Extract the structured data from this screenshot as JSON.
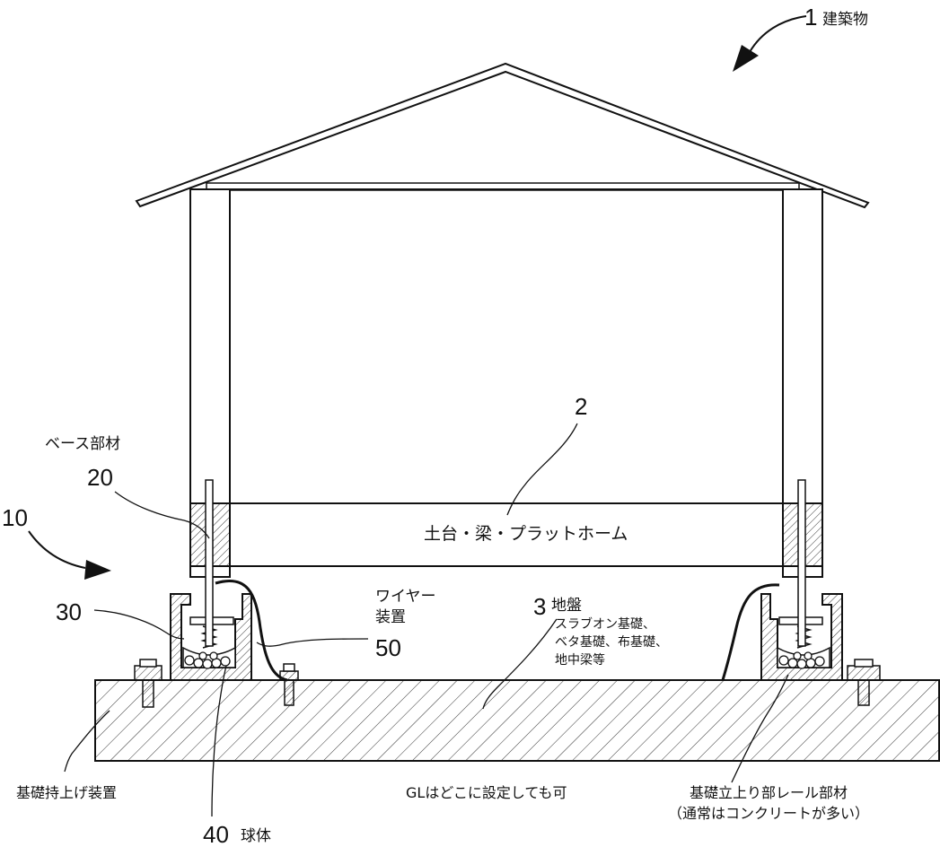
{
  "labels": {
    "building": {
      "num": "1",
      "text": "建築物"
    },
    "sill": {
      "num": "2",
      "text": "土台・梁・プラットホーム"
    },
    "ground": {
      "num": "3",
      "text": "地盤",
      "lines": [
        "スラブオン基礎、",
        "ベタ基礎、布基礎、",
        "地中梁等"
      ]
    },
    "device": {
      "num": "10"
    },
    "base_member": {
      "num": "20",
      "text": "ベース部材"
    },
    "part30": {
      "num": "30"
    },
    "sphere": {
      "num": "40",
      "text": "球体"
    },
    "wire": {
      "num": "50",
      "lines": [
        "ワイヤー",
        "装置"
      ]
    },
    "lift_device": {
      "text": "基礎持上げ装置"
    },
    "gl_note": {
      "text": "GLはどこに設定しても可"
    },
    "rail_member": {
      "lines": [
        "基礎立上り部レール部材",
        "（通常はコンクリートが多い）"
      ]
    }
  }
}
